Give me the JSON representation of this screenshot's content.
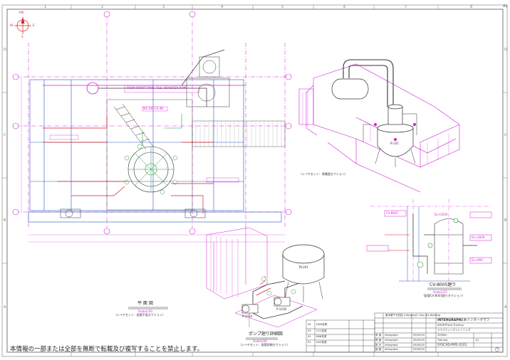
{
  "sheet": {
    "title": "A1",
    "col_numbers": [
      "1",
      "2",
      "3",
      "4",
      "5",
      "6",
      "7",
      "8"
    ],
    "row_letters": [
      "D",
      "C",
      "B",
      "A"
    ],
    "compass": {
      "n": "P.N",
      "w": "W",
      "e": "E",
      "s": "S"
    }
  },
  "views": {
    "plan_title": "平 面 図",
    "plan_scale": "Scale1/30",
    "plan_section": "（レイヤセット：配管平面セクション）",
    "iso_section": "（レイヤセット：鳥瞰図セクション）",
    "pump_title": "ポンプ廻り詳細図",
    "pump_scale": "Scale1/20",
    "pump_section": "（レイヤセット：配管詳細セクション）",
    "cv_title": "CV-8005廻り",
    "cv_scale": "Scale1/25",
    "cv_section": "（配管CV-8005廻りセクション）"
  },
  "notice": "本情報の一部または全部を無断で転載及び複写することを禁止します。",
  "title_block": {
    "company_en": "INTERGRAPH",
    "company_jp": "日本インターグラフ",
    "address": "東京都千代田区    Intergraph Corp. Ks Building",
    "project": "SMARTPlant Training",
    "drawing_name": "ドラフティングトレーニング",
    "scale_value": "200Mm",
    "training": "Training",
    "drawing_no": "SYSCAD-PIPE-0101",
    "sheet_no": "1/1",
    "rev": "0",
    "rows": [
      {
        "mark": "04",
        "desc": "DDD変更"
      },
      {
        "mark": "03",
        "desc": "CCC変更"
      },
      {
        "mark": "02",
        "desc": "BBB変更"
      },
      {
        "mark": "01",
        "desc": "AAA変更"
      }
    ],
    "approvals": [
      {
        "role": "承 認",
        "name": "intergraph",
        "date": "09/09/25"
      },
      {
        "role": "照 査",
        "name": "intergraph",
        "date": "09/09/25"
      },
      {
        "role": "設 計",
        "name": "intergraph",
        "date": "09/09/25"
      },
      {
        "role": "製 図",
        "name": "intergraph",
        "date": "09/09/25"
      }
    ]
  },
  "tags": {
    "plan_top_box": "FROM FRONT TANK: T&S  /  BOOSTER PUMP",
    "plan_nozzle": "N3-100-CS-4B",
    "cv_tag": "CV-8005",
    "cv_el_top": "EL+2500",
    "cv_el_mid": "EL+1600",
    "cv_el_low": "EL+900",
    "iso_vessel": "R-101",
    "pump_a": "P-101A",
    "pump_b": "P-101B",
    "tank": "TK-201"
  },
  "colors": {
    "line": "#333333",
    "accent": "#d21fd2",
    "green": "#1e9b3a",
    "blue": "#2a52c9",
    "red": "#d42020",
    "border": "#555555"
  }
}
